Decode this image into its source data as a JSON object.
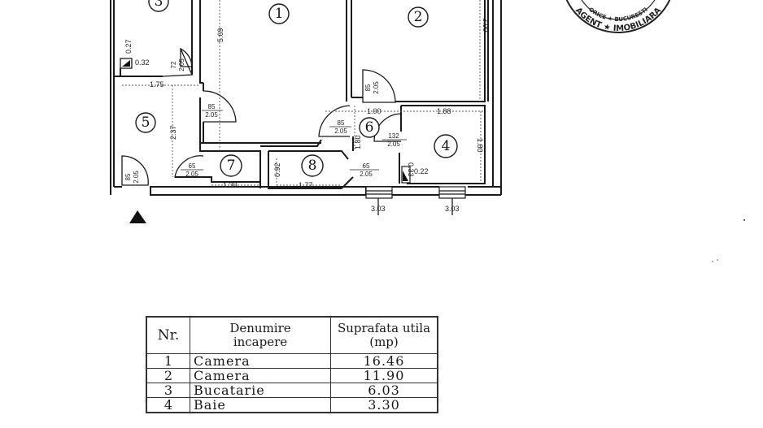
{
  "plan": {
    "rooms": [
      {
        "num": "1",
        "label": "①"
      },
      {
        "num": "2",
        "label": "②"
      },
      {
        "num": "3",
        "label": "③"
      },
      {
        "num": "4",
        "label": "④"
      },
      {
        "num": "5",
        "label": "⑤"
      },
      {
        "num": "6",
        "label": "⑥"
      },
      {
        "num": "7",
        "label": "⑦"
      },
      {
        "num": "8",
        "label": "⑧"
      }
    ],
    "dimensions": {
      "room1_height": "5.69",
      "room2_height": "3.99",
      "room3_width": "1.75",
      "room3_niche_w": "0.32",
      "room3_niche_h": "0.27",
      "room5_height": "2.37",
      "room6_width": "1.00",
      "room6_height": "1.80",
      "room4_width": "1.88",
      "room4_height": "1.80",
      "room4_niche_w": "0.22",
      "room4_niche_h": "0.33",
      "room7_width": "1.30",
      "room8_width": "1.77",
      "room8_height": "0.92"
    },
    "doors": {
      "d_kitchen": {
        "w": "72",
        "h": "2.05"
      },
      "d_room1": {
        "w": "85",
        "h": "2.05"
      },
      "d_room2": {
        "w": "85",
        "h": "2.05"
      },
      "d_hall6": {
        "w": "85",
        "h": "2.05"
      },
      "d_bath": {
        "w": "132",
        "h": "2.05"
      },
      "d_room7": {
        "w": "65",
        "h": "2.05"
      },
      "d_room8": {
        "w": "65",
        "h": "2.05"
      },
      "d_entry": {
        "w": "85",
        "h": "2.05"
      }
    },
    "windows": {
      "w1": "3.03",
      "w2": "3.03"
    },
    "stamp": {
      "line1": "AGENT ★ IMOBILIARA",
      "line2": "ORICE ★ BUCURESTI"
    }
  },
  "table": {
    "headers": {
      "nr": "Nr.",
      "name_line1": "Denumire",
      "name_line2": "incapere",
      "area_line1": "Suprafata utila",
      "area_line2": "(mp)"
    },
    "rows": [
      {
        "nr": "1",
        "name": "Camera",
        "area": "16.46"
      },
      {
        "nr": "2",
        "name": "Camera",
        "area": "11.90"
      },
      {
        "nr": "3",
        "name": "Bucatarie",
        "area": "6.03"
      },
      {
        "nr": "4",
        "name": "Baie",
        "area": "3.30"
      }
    ]
  }
}
